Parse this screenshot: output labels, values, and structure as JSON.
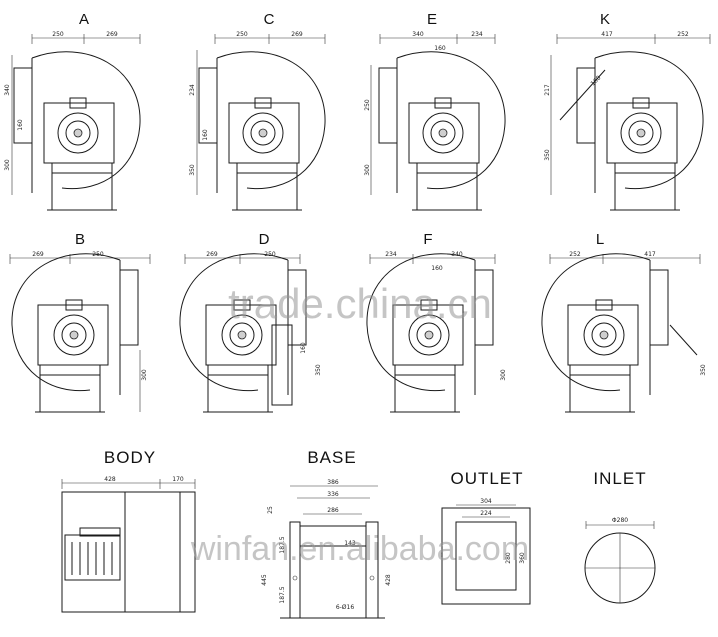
{
  "variants": [
    {
      "id": "A",
      "dims": [
        "250",
        "269",
        "340",
        "160",
        "300"
      ]
    },
    {
      "id": "C",
      "dims": [
        "250",
        "269",
        "234",
        "160",
        "350"
      ]
    },
    {
      "id": "E",
      "dims": [
        "340",
        "234",
        "160",
        "250",
        "300"
      ]
    },
    {
      "id": "K",
      "dims": [
        "417",
        "252",
        "160",
        "217",
        "350"
      ]
    },
    {
      "id": "B",
      "dims": [
        "269",
        "250",
        "300"
      ]
    },
    {
      "id": "D",
      "dims": [
        "269",
        "250",
        "160",
        "350"
      ]
    },
    {
      "id": "F",
      "dims": [
        "234",
        "340",
        "160",
        "300"
      ]
    },
    {
      "id": "L",
      "dims": [
        "252",
        "417",
        "350"
      ]
    }
  ],
  "body": {
    "title": "BODY",
    "dims": [
      "428",
      "170"
    ]
  },
  "base": {
    "title": "BASE",
    "dims": [
      "386",
      "336",
      "286",
      "25",
      "187.5",
      "445",
      "187.5",
      "428",
      "6-Ø16",
      "143"
    ]
  },
  "outlet": {
    "title": "OUTLET",
    "dims": [
      "304",
      "224",
      "280",
      "360"
    ]
  },
  "inlet": {
    "title": "INLET",
    "dims": [
      "Φ280"
    ]
  },
  "watermarks": [
    "trade.china.cn",
    "winfan.en.alibaba.com"
  ]
}
